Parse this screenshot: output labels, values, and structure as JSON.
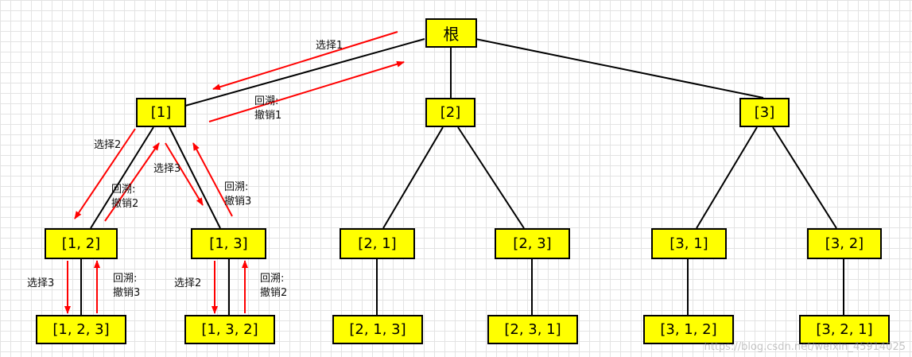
{
  "nodes": {
    "root": "根",
    "n1": "[1]",
    "n2": "[2]",
    "n3": "[3]",
    "n12": "[1, 2]",
    "n13": "[1, 3]",
    "n21": "[2, 1]",
    "n23": "[2, 3]",
    "n31": "[3, 1]",
    "n32": "[3, 2]",
    "n123": "[1, 2, 3]",
    "n132": "[1, 3, 2]",
    "n213": "[2, 1, 3]",
    "n231": "[2, 3, 1]",
    "n312": "[3, 1, 2]",
    "n321": "[3, 2, 1]"
  },
  "annotations": {
    "select1": "选择1",
    "undo1": [
      "回溯:",
      "撤销1"
    ],
    "select2": "选择2",
    "undo2": [
      "回溯:",
      "撤销2"
    ],
    "select3": "选择3",
    "undo3": [
      "回溯:",
      "撤销3"
    ],
    "select3_leaf": "选择3",
    "undo3_leaf": [
      "回溯:",
      "撤销3"
    ],
    "select2_leaf": "选择2",
    "undo2_leaf": [
      "回溯:",
      "撤销2"
    ]
  },
  "watermark": "https://blog.csdn.net/weixin_45914025",
  "colors": {
    "node_fill": "#ffff00",
    "arrow": "#ff0000",
    "edge": "#000000"
  }
}
